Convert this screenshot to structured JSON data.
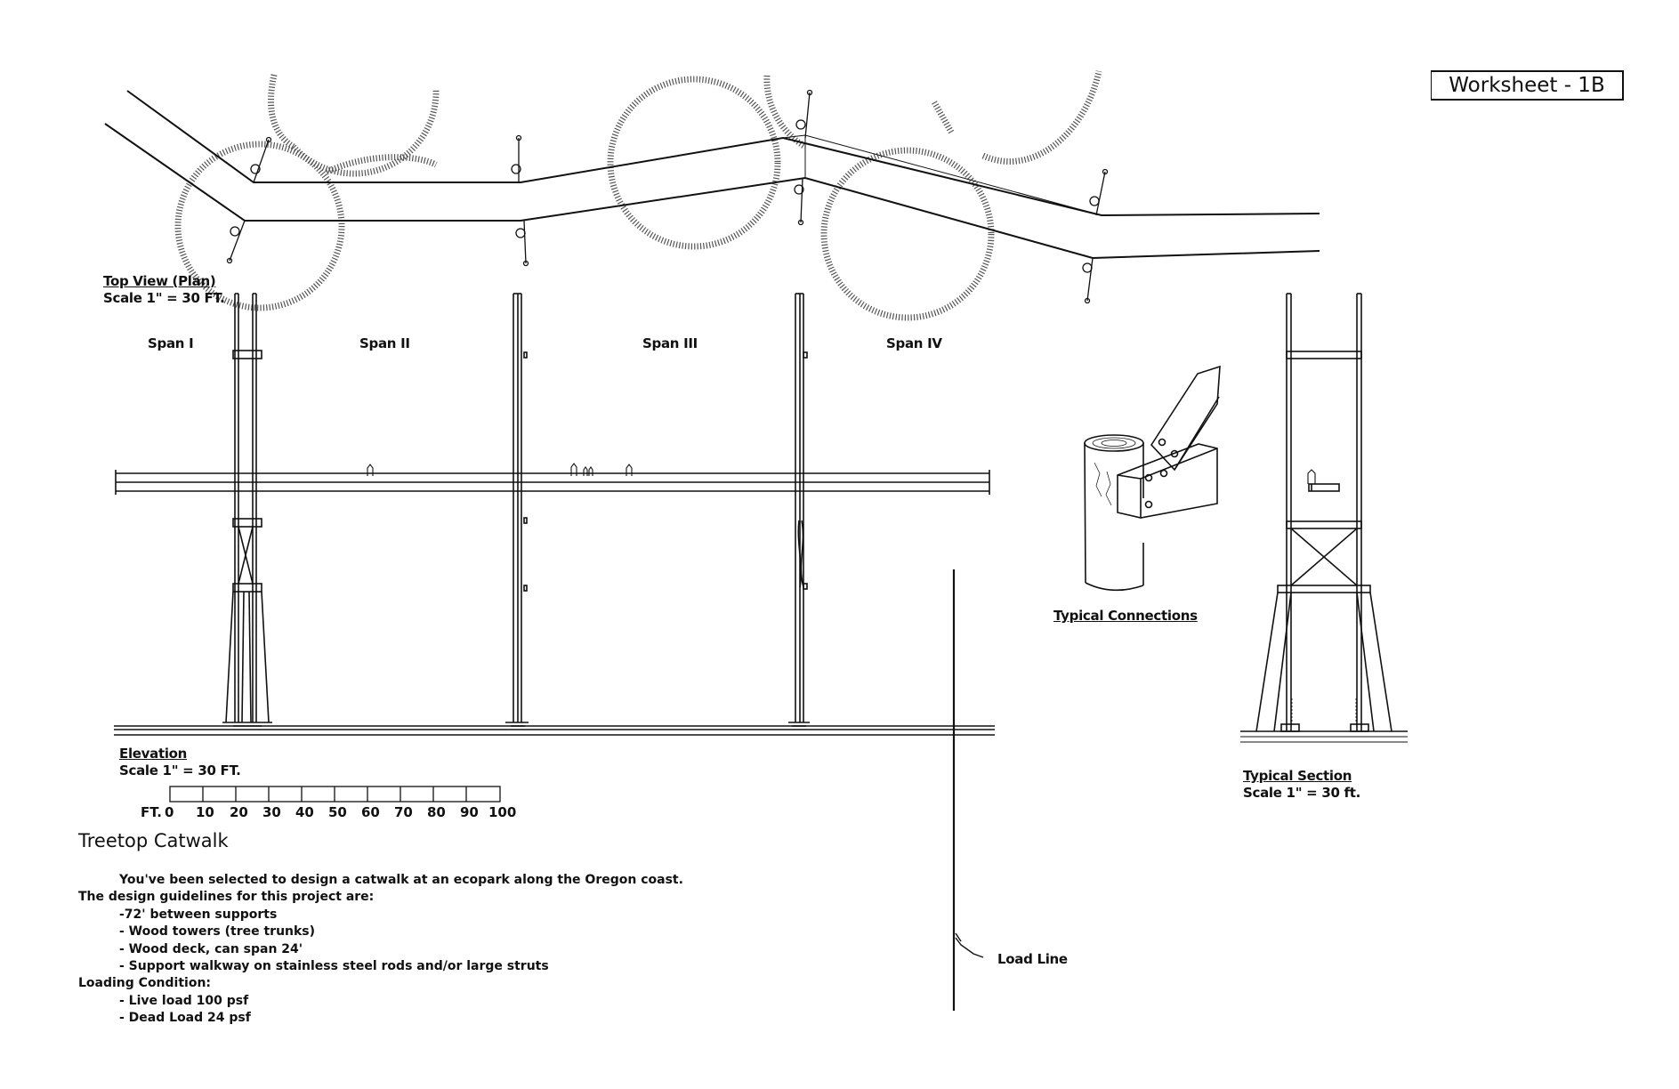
{
  "worksheet_title": "Worksheet - 1B",
  "plan": {
    "title": "Top View (Plan)",
    "scale": "Scale 1\" = 30 FT."
  },
  "spans": [
    "Span I",
    "Span II",
    "Span III",
    "Span IV"
  ],
  "connections_title": "Typical Connections",
  "elevation": {
    "title": "Elevation",
    "scale": "Scale 1\" = 30 FT."
  },
  "section": {
    "title": "Typical Section",
    "scale": "Scale 1\" = 30 ft."
  },
  "scale_bar": {
    "unit": "FT.",
    "ticks": [
      "0",
      "10",
      "20",
      "30",
      "40",
      "50",
      "60",
      "70",
      "80",
      "90",
      "100"
    ]
  },
  "load_line_label": "Load Line",
  "project": {
    "heading": "Treetop Catwalk",
    "intro": "You've been selected to design a catwalk at an ecopark along the Oregon coast.",
    "guidelines_title": "The design guidelines for this project are:",
    "guidelines": [
      "-72' between supports",
      "- Wood towers (tree trunks)",
      "- Wood deck, can span 24'",
      "- Support walkway on stainless steel rods and/or large struts"
    ],
    "loading_title": "Loading Condition:",
    "loads": [
      "- Live load 100 psf",
      "- Dead Load 24 psf"
    ]
  }
}
